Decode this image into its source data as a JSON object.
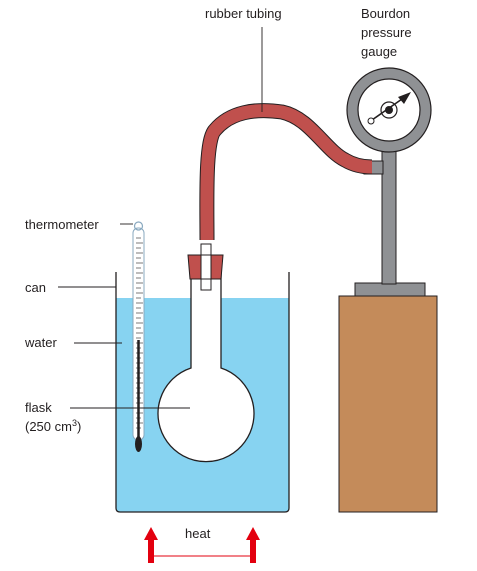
{
  "labels": {
    "rubber_tubing": "rubber tubing",
    "gauge_line1": "Bourdon",
    "gauge_line2": "pressure",
    "gauge_line3": "gauge",
    "thermometer": "thermometer",
    "can": "can",
    "water": "water",
    "flask_line1": "flask",
    "flask_line2_prefix": "(250 cm",
    "flask_line2_sup": "3",
    "flask_line2_suffix": ")",
    "heat": "heat"
  },
  "colors": {
    "water": "#87d3f1",
    "tubing": "#c0504d",
    "block": "#c48b5a",
    "gauge_metal": "#8f9194",
    "arrow": "#e3000f",
    "outline": "#231f20"
  }
}
